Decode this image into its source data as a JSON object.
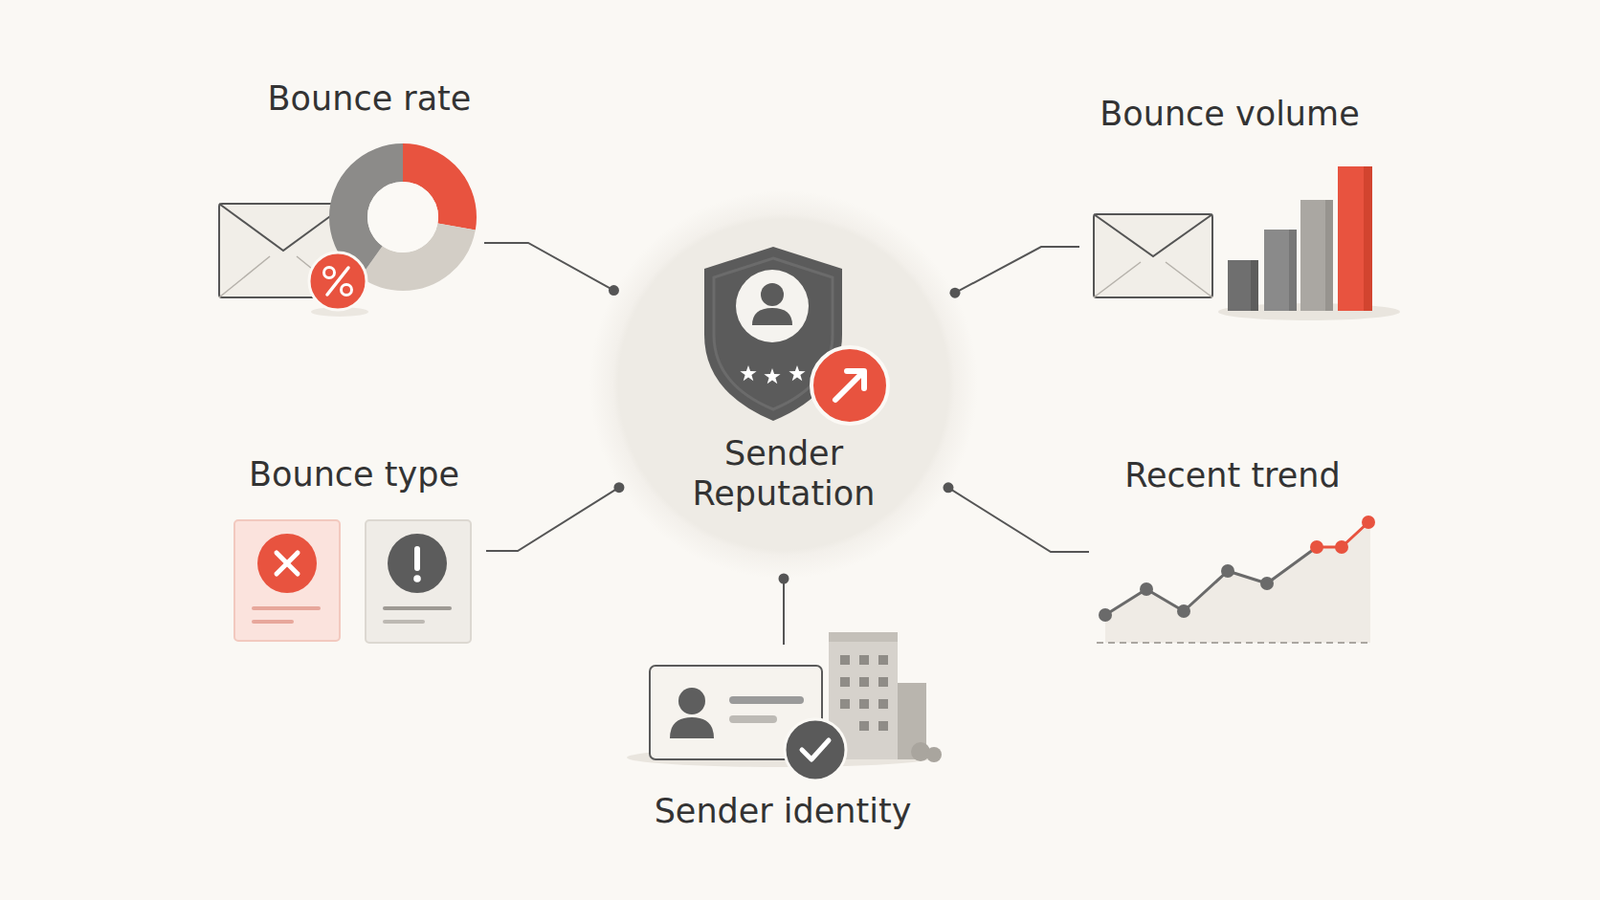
{
  "diagram": {
    "nodes": [
      {
        "text": [
          "Bounce rate"
        ]
      },
      {
        "text": [
          "Bounce volume"
        ]
      },
      {
        "text": [
          "Sender Reputation"
        ]
      },
      {
        "text": [
          "Bounce type"
        ]
      },
      {
        "text": [
          "Recent trend"
        ]
      },
      {
        "text": [
          "Sender identity"
        ]
      }
    ],
    "edges": [
      {
        "from": 0,
        "to": 2,
        "arrow": "none"
      },
      {
        "from": 1,
        "to": 2,
        "arrow": "none"
      },
      {
        "from": 3,
        "to": 2,
        "arrow": "none"
      },
      {
        "from": 4,
        "to": 2,
        "arrow": "none"
      },
      {
        "from": 5,
        "to": 2,
        "arrow": "none"
      }
    ]
  }
}
